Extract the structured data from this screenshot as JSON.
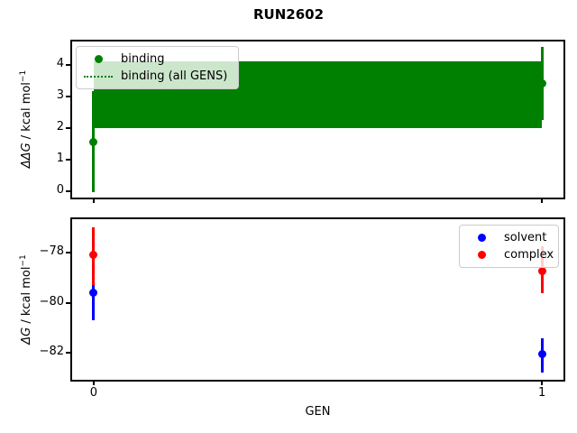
{
  "title": "RUN2602",
  "xlabel": "GEN",
  "colors": {
    "binding": "#008000",
    "band": "#008000",
    "solvent": "#0000ff",
    "complex": "#ff0000",
    "legend_border": "#cccccc"
  },
  "chart_data": [
    {
      "type": "scatter",
      "subplot": "top",
      "ylabel": {
        "math": "ΔΔG",
        "rest": " / kcal mol",
        "sup": "−1"
      },
      "xlim": [
        -0.05,
        1.05
      ],
      "ylim": [
        -0.24,
        4.76
      ],
      "xticks": [
        0,
        1
      ],
      "xticklabels": [],
      "yticks": [
        0,
        1,
        2,
        3,
        4
      ],
      "yticklabels": [
        "0",
        "1",
        "2",
        "3",
        "4"
      ],
      "grid": false,
      "legend_position": "upper-left",
      "band": {
        "name": "binding (all GENS)",
        "color": "#008000",
        "x": [
          0,
          1
        ],
        "y_lo": 2.0,
        "y_hi": 4.1
      },
      "series": [
        {
          "name": "binding",
          "color": "#008000",
          "x": [
            0,
            1
          ],
          "y": [
            1.55,
            3.4
          ],
          "err_lo": [
            -0.05,
            2.25
          ],
          "err_hi": [
            3.15,
            4.55
          ]
        }
      ],
      "legend": [
        {
          "label": "binding",
          "marker": "dot",
          "color": "#008000"
        },
        {
          "label": "binding (all GENS)",
          "marker": "dotted-line",
          "color": "#008000"
        }
      ]
    },
    {
      "type": "scatter",
      "subplot": "bottom",
      "ylabel": {
        "math": "ΔG",
        "rest": " / kcal mol",
        "sup": "−1"
      },
      "xlim": [
        -0.05,
        1.05
      ],
      "ylim": [
        -83.1,
        -76.63
      ],
      "xticks": [
        0,
        1
      ],
      "xticklabels": [
        "0",
        "1"
      ],
      "yticks": [
        -78,
        -80,
        -82
      ],
      "yticklabels": [
        "−78",
        "−80",
        "−82"
      ],
      "grid": false,
      "legend_position": "upper-right",
      "series": [
        {
          "name": "solvent",
          "color": "#0000ff",
          "x": [
            0,
            1
          ],
          "y": [
            -79.6,
            -82.05
          ],
          "err_lo": [
            -80.7,
            -82.78
          ],
          "err_hi": [
            -78.55,
            -81.4
          ]
        },
        {
          "name": "complex",
          "color": "#ff0000",
          "x": [
            0,
            1
          ],
          "y": [
            -78.1,
            -78.75
          ],
          "err_lo": [
            -79.3,
            -79.6
          ],
          "err_hi": [
            -77.0,
            -77.75
          ]
        }
      ],
      "legend": [
        {
          "label": "solvent",
          "marker": "dot",
          "color": "#0000ff"
        },
        {
          "label": "complex",
          "marker": "dot",
          "color": "#ff0000"
        }
      ]
    }
  ]
}
